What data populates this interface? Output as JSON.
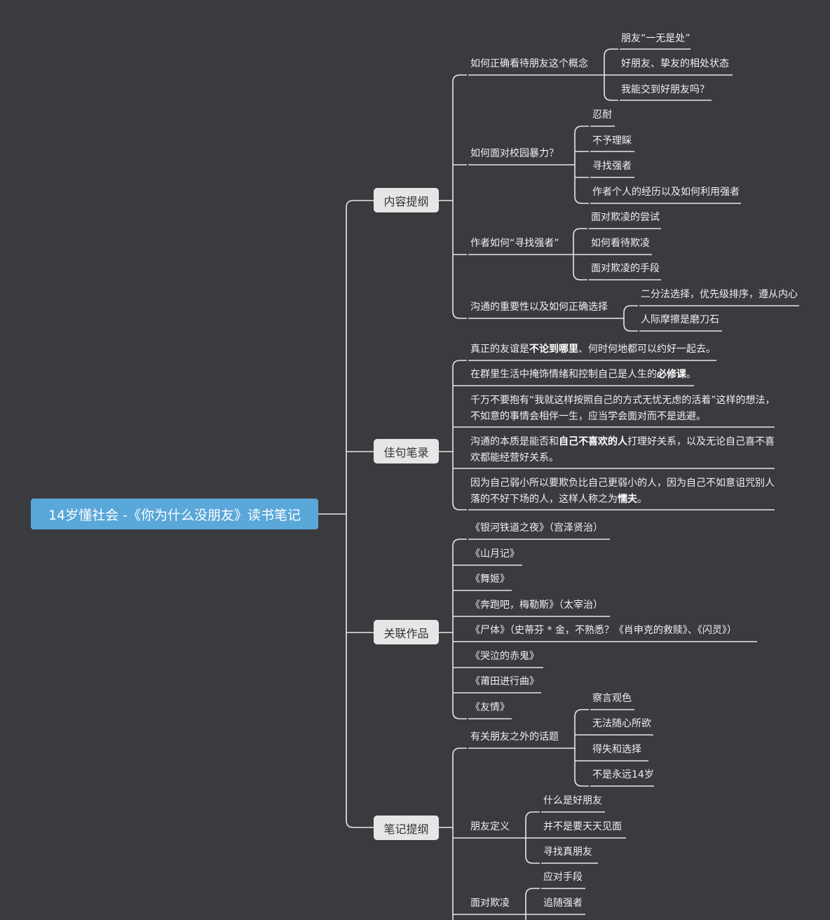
{
  "root": "14岁懂社会 -《你为什么没朋友》读书笔记",
  "branches": {
    "outline": {
      "label": "内容提纲",
      "q1": {
        "label": "如何正确看待朋友这个概念",
        "items": [
          "朋友“一无是处”",
          "好朋友、挚友的相处状态",
          "我能交到好朋友吗？"
        ]
      },
      "q2": {
        "label": "如何面对校园暴力？",
        "items": [
          "忍耐",
          "不予理睬",
          "寻找强者",
          "作者个人的经历以及如何利用强者"
        ]
      },
      "q3": {
        "label": "作者如何“寻找强者”",
        "items": [
          "面对欺凌的尝试",
          "如何看待欺凌",
          "面对欺凌的手段"
        ]
      },
      "q4": {
        "label": "沟通的重要性以及如何正确选择",
        "items": [
          "二分法选择，优先级排序，遵从内心",
          "人际摩擦是磨刀石"
        ]
      }
    },
    "quotes": {
      "label": "佳句笔录",
      "q1": {
        "a": "真正的友谊是",
        "b": "不论到哪里",
        "c": "、何时何地都可以约好一起去。"
      },
      "q2": {
        "a": "在群里生活中掩饰情绪和控制自己是人生的",
        "b": "必修课",
        "c": "。"
      },
      "q3": {
        "l1": "千万不要抱有“我就这样按照自己的方式无忧无虑的活着”这样的想法，",
        "l2": "不如意的事情会相伴一生，应当学会面对而不是逃避。"
      },
      "q4": {
        "a": "沟通的本质是能否和",
        "b": "自己不喜欢的人",
        "c": "打理好关系，以及无论自己喜不喜",
        "l2": "欢都能经营好关系。"
      },
      "q5": {
        "l1": "因为自己弱小所以要欺负比自己更弱小的人，因为自己不如意诅咒别人",
        "a": "落的不好下场的人，这样人称之为",
        "b": "懦夫",
        "c": "。"
      }
    },
    "works": {
      "label": "关联作品",
      "items": [
        "《银河铁道之夜》（宫泽贤治）",
        "《山月记》",
        "《舞姬》",
        "《奔跑吧，梅勒斯》（太宰治）",
        "《尸体》（史蒂芬 * 金，不熟悉？《肖申克的救赎》、《闪灵》）",
        "《哭泣的赤鬼》",
        "《莆田进行曲》",
        "《友情》"
      ]
    },
    "notes": {
      "label": "笔记提纲",
      "n1": {
        "label": "有关朋友之外的话题",
        "items": [
          "察言观色",
          "无法随心所欲",
          "得失和选择",
          "不是永远14岁"
        ]
      },
      "n2": {
        "label": "朋友定义",
        "items": [
          "什么是好朋友",
          "并不是要天天见面",
          "寻找真朋友"
        ]
      },
      "n3": {
        "label": "面对欺凌",
        "items": [
          "应对手段",
          "追随强者"
        ]
      }
    }
  },
  "colors": {
    "background": "#3a3b3f",
    "root": "#5aa7da",
    "branch": "#e6e6e6",
    "line": "#e8e8e8"
  }
}
